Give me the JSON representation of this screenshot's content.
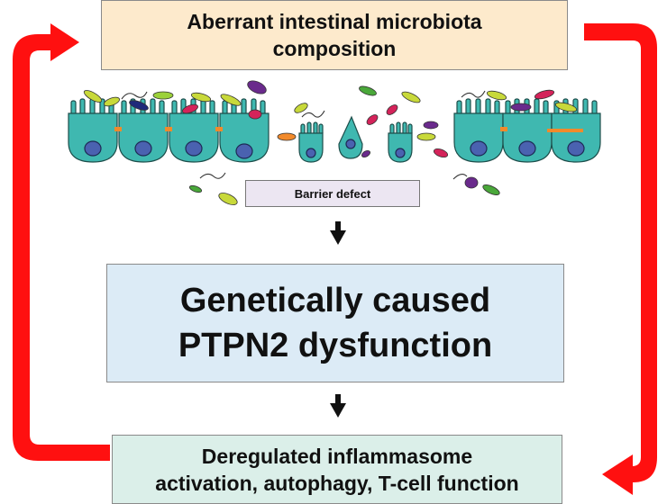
{
  "top_box": {
    "line1": "Aberrant intestinal microbiota",
    "line2": "composition"
  },
  "barrier_label": "Barrier defect",
  "center_box": {
    "line1": "Genetically caused",
    "line2": "PTPN2 dysfunction"
  },
  "bottom_box": {
    "line1": "Deregulated inflammasome",
    "line2": "activation, autophagy, T-cell function"
  },
  "colors": {
    "feedback_arrow": "#ff1010",
    "epithelial_cell": "#3fb8b0",
    "nucleus": "#4a62b0",
    "tight_junction": "#f28a2b",
    "top_box_fill": "#fdeacc",
    "center_box_fill": "#dcebf6",
    "bottom_box_fill": "#dbefe9",
    "barrier_label_fill": "#ece6f2"
  }
}
